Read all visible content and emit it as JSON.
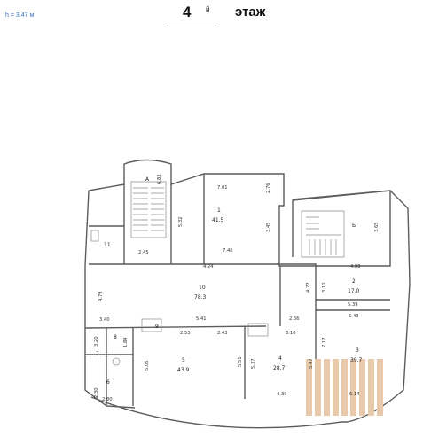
{
  "header": {
    "height_label": "h = 3.47 м",
    "floor_number": "4",
    "floor_suffix": "й",
    "floor_word": "этаж"
  },
  "rooms": [
    {
      "id": "1",
      "area": "41.5"
    },
    {
      "id": "2",
      "area": "17.0"
    },
    {
      "id": "3",
      "area": "39.7"
    },
    {
      "id": "4",
      "area": "28.7"
    },
    {
      "id": "5",
      "area": "43.9"
    },
    {
      "id": "6",
      "area": ""
    },
    {
      "id": "7",
      "area": ""
    },
    {
      "id": "8",
      "area": ""
    },
    {
      "id": "9",
      "area": ""
    },
    {
      "id": "10",
      "area": "78.3"
    },
    {
      "id": "11",
      "area": ""
    },
    {
      "id": "А",
      "area": ""
    },
    {
      "id": "Б",
      "area": ""
    }
  ],
  "dimensions": [
    "6.83",
    "7.01",
    "2.76",
    "5.32",
    "3.45",
    "7.46",
    "2.45",
    "4.24",
    "4.88",
    "3.65",
    "3.10",
    "4.79",
    "4.77",
    "5.39",
    "3.40",
    "5.41",
    "2.66",
    "5.43",
    "2.53",
    "2.43",
    "3.10",
    "3.20",
    "1.84",
    "7.17",
    "5.05",
    "5.37",
    "5.51",
    "5.47",
    "2.30",
    "2.80",
    "4.39",
    "6.14"
  ],
  "colors": {
    "wall": "#5c5c5c",
    "watermark": "#e8c9a9",
    "blue_text": "#3a73c8"
  }
}
